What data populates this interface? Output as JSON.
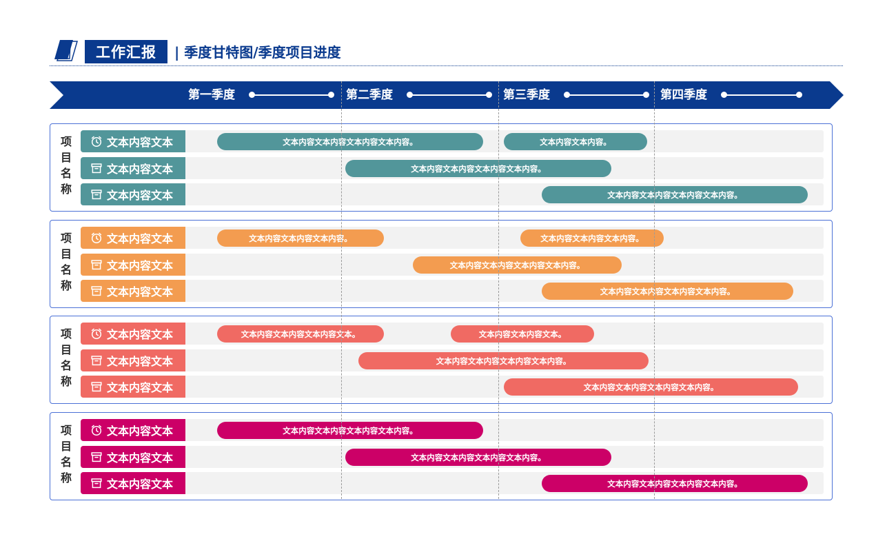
{
  "header": {
    "title": "工作汇报",
    "subtitle": "| 季度甘特图/季度项目进度"
  },
  "colors": {
    "brand": "#0a3a8e",
    "teal": "#52969a",
    "orange": "#f39c50",
    "coral": "#f06a63",
    "magenta": "#cc0067",
    "group_border": "#4a70d6",
    "row_bg": "#f2f2f2"
  },
  "timeline": {
    "quarters": [
      "第一季度",
      "第二季度",
      "第三季度",
      "第四季度"
    ]
  },
  "groups": [
    {
      "label": [
        "项",
        "目",
        "名",
        "称"
      ],
      "color": "#52969a",
      "rows": [
        {
          "icon": "alarm-clock-icon",
          "label": "文本内容文本",
          "bars": [
            "文本内容文本内容文本内容文本内容。",
            "文本内容文本内容。"
          ]
        },
        {
          "icon": "archive-box-icon",
          "label": "文本内容文本",
          "bars": [
            "文本内容文本内容文本内容文本内容。"
          ]
        },
        {
          "icon": "archive-box-icon",
          "label": "文本内容文本",
          "bars": [
            "文本内容文本内容文本内容文本内容。"
          ]
        }
      ]
    },
    {
      "label": [
        "项",
        "目",
        "名",
        "称"
      ],
      "color": "#f39c50",
      "rows": [
        {
          "icon": "alarm-clock-icon",
          "label": "文本内容文本",
          "bars": [
            "文本内容文本内容文本内容。",
            "文本内容文本内容文本内容。"
          ]
        },
        {
          "icon": "archive-box-icon",
          "label": "文本内容文本",
          "bars": [
            "文本内容文本内容文本内容文本内容。"
          ]
        },
        {
          "icon": "archive-box-icon",
          "label": "文本内容文本",
          "bars": [
            "文本内容文本内容文本内容文本内容。"
          ]
        }
      ]
    },
    {
      "label": [
        "项",
        "目",
        "名",
        "称"
      ],
      "color": "#f06a63",
      "rows": [
        {
          "icon": "alarm-clock-icon",
          "label": "文本内容文本",
          "bars": [
            "文本内容文本内容文本内容文本。",
            "文本内容文本内容文本。"
          ]
        },
        {
          "icon": "archive-box-icon",
          "label": "文本内容文本",
          "bars": [
            "文本内容文本内容文本内容文本内容。"
          ]
        },
        {
          "icon": "archive-box-icon",
          "label": "文本内容文本",
          "bars": [
            "文本内容文本内容文本内容文本内容。"
          ]
        }
      ]
    },
    {
      "label": [
        "项",
        "目",
        "名",
        "称"
      ],
      "color": "#cc0067",
      "rows": [
        {
          "icon": "alarm-clock-icon",
          "label": "文本内容文本",
          "bars": [
            "文本内容文本内容文本内容文本内容。"
          ]
        },
        {
          "icon": "archive-box-icon",
          "label": "文本内容文本",
          "bars": [
            "文本内容文本内容文本内容文本内容。"
          ]
        },
        {
          "icon": "archive-box-icon",
          "label": "文本内容文本",
          "bars": [
            "文本内容文本内容文本内容文本内容。"
          ]
        }
      ]
    }
  ]
}
